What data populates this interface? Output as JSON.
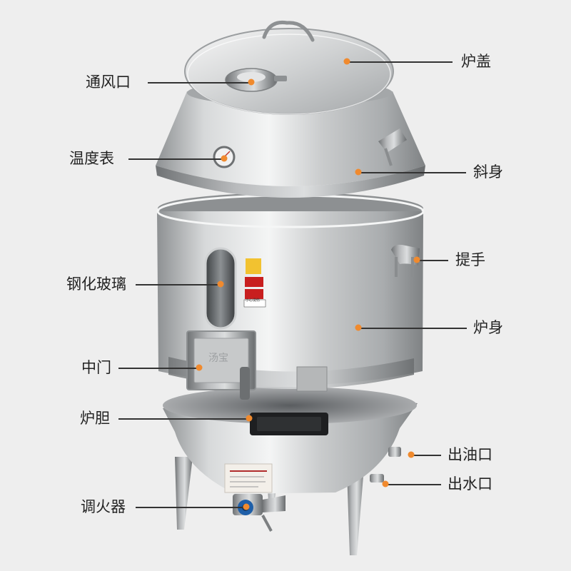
{
  "accent_color": "#f08a2e",
  "callouts": {
    "vent": "通风口",
    "thermometer": "温度表",
    "tempered_glass": "钢化玻璃",
    "middle_door": "中门",
    "liner": "炉胆",
    "regulator": "调火器",
    "lid": "炉盖",
    "slanted_body": "斜身",
    "handle": "提手",
    "body": "炉身",
    "oil_outlet": "出油口",
    "water_outlet": "出水口"
  },
  "plate": {
    "warning_text": "小心烫伤",
    "door_logo": "汤宝"
  }
}
